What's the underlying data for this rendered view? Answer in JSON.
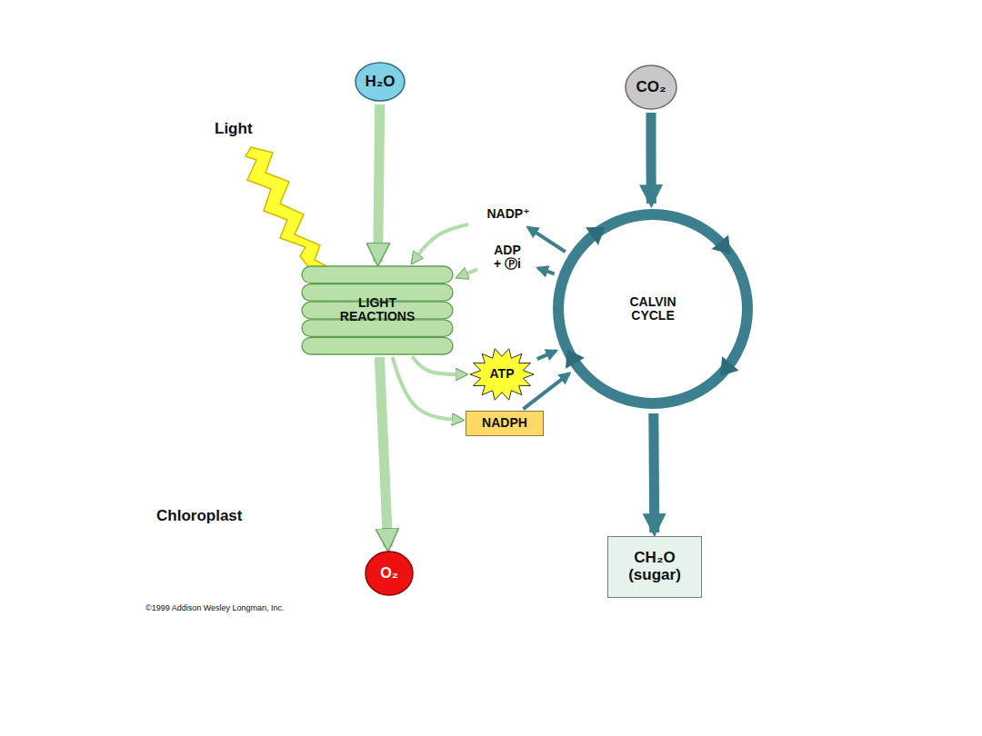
{
  "diagram": {
    "nodes": [
      {
        "text": [
          "Chloroplast"
        ]
      },
      {
        "text": [
          "H₂O"
        ]
      },
      {
        "text": [
          "CO₂"
        ]
      },
      {
        "text": [
          "LIGHT REACTIONS"
        ],
        "in": 0
      },
      {
        "text": [
          "CALVIN CYCLE"
        ],
        "in": 0
      },
      {
        "text": [
          "NADP⁺"
        ],
        "in": 0
      },
      {
        "text": [
          "ADP",
          "+ Ⓟi"
        ],
        "in": 0
      },
      {
        "text": [
          "ATP"
        ],
        "in": 0
      },
      {
        "text": [
          "NADPH"
        ],
        "in": 0
      },
      {
        "text": [
          "O₂"
        ]
      },
      {
        "text": [
          "CH₂O (sugar)"
        ]
      }
    ],
    "edges": [
      {
        "from": 1,
        "to": 3,
        "arrow": "to"
      },
      {
        "from": 3,
        "to": 9,
        "arrow": "to"
      },
      {
        "from": 2,
        "to": 4,
        "arrow": "to"
      },
      {
        "from": 4,
        "to": 10,
        "arrow": "to"
      },
      {
        "from": 3,
        "to": 7,
        "arrow": "to"
      },
      {
        "from": 3,
        "to": 8,
        "arrow": "to"
      },
      {
        "from": 7,
        "to": 4,
        "arrow": "to"
      },
      {
        "from": 8,
        "to": 4,
        "arrow": "to"
      },
      {
        "from": 4,
        "to": 5,
        "arrow": "to"
      },
      {
        "from": 4,
        "to": 6,
        "arrow": "to"
      },
      {
        "from": 5,
        "to": 3,
        "arrow": "to"
      },
      {
        "from": 6,
        "to": 3,
        "arrow": "to"
      }
    ],
    "labels": [
      "Light",
      "©1999 Addison Wesley Longman, Inc."
    ]
  }
}
